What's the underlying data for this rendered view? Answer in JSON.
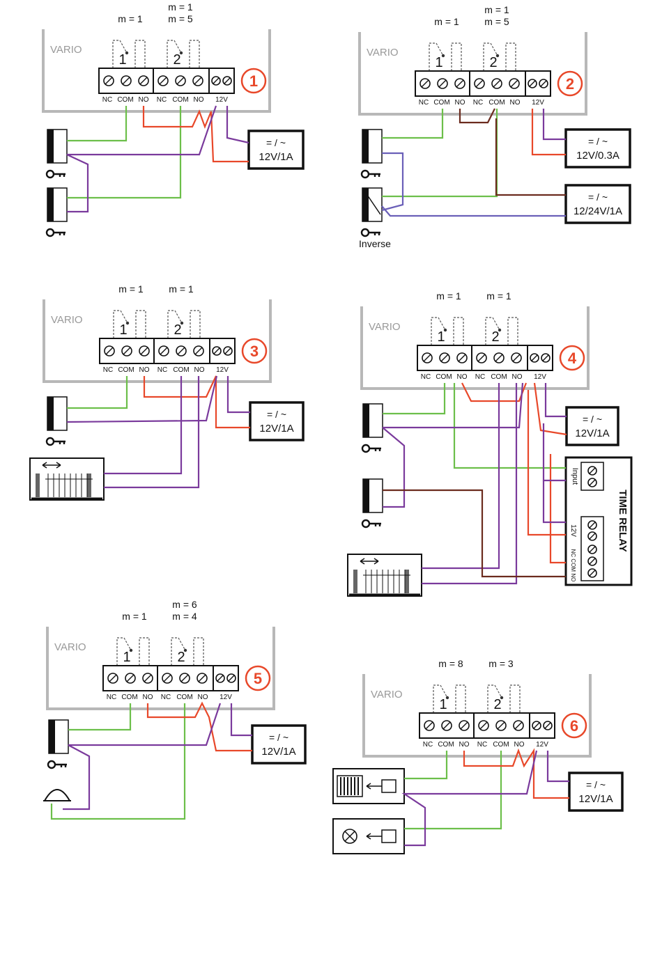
{
  "labels": {
    "device": "VARIO",
    "nc": "NC",
    "com": "COM",
    "no": "NO",
    "v12": "12V",
    "relay1": "1",
    "relay2": "2",
    "inverse": "Inverse",
    "time_relay": "TIME RELAY",
    "input": "Input",
    "tr_12v": "12V",
    "tr_nccomno": "NC COM NO"
  },
  "colors": {
    "green": "#6cbf4a",
    "red": "#e8482a",
    "purple": "#7a3a9c",
    "brown": "#6b2b1e",
    "blue": "#6a5fb8",
    "frame": "#b8b8b8",
    "badge": "#e8482a"
  },
  "diagrams": [
    {
      "badge": "1",
      "m_left": [
        "m = 1"
      ],
      "m_right": [
        "m = 1",
        "m = 5"
      ],
      "supplies": [
        "= / ~",
        "12V/1A"
      ]
    },
    {
      "badge": "2",
      "m_left": [
        "m = 1"
      ],
      "m_right": [
        "m = 1",
        "m = 5"
      ],
      "supplies": [
        "= / ~",
        "12V/0.3A",
        "= / ~",
        "12/24V/1A"
      ]
    },
    {
      "badge": "3",
      "m_left": [
        "m = 1"
      ],
      "m_right": [
        "m = 1"
      ],
      "supplies": [
        "= / ~",
        "12V/1A"
      ]
    },
    {
      "badge": "4",
      "m_left": [
        "m = 1"
      ],
      "m_right": [
        "m = 1"
      ],
      "supplies": [
        "= / ~",
        "12V/1A"
      ]
    },
    {
      "badge": "5",
      "m_left": [
        "m = 1"
      ],
      "m_right": [
        "m = 6",
        "m = 4"
      ],
      "supplies": [
        "= / ~",
        "12V/1A"
      ]
    },
    {
      "badge": "6",
      "m_left": [
        "m = 8"
      ],
      "m_right": [
        "m = 3"
      ],
      "supplies": [
        "= / ~",
        "12V/1A"
      ]
    }
  ]
}
